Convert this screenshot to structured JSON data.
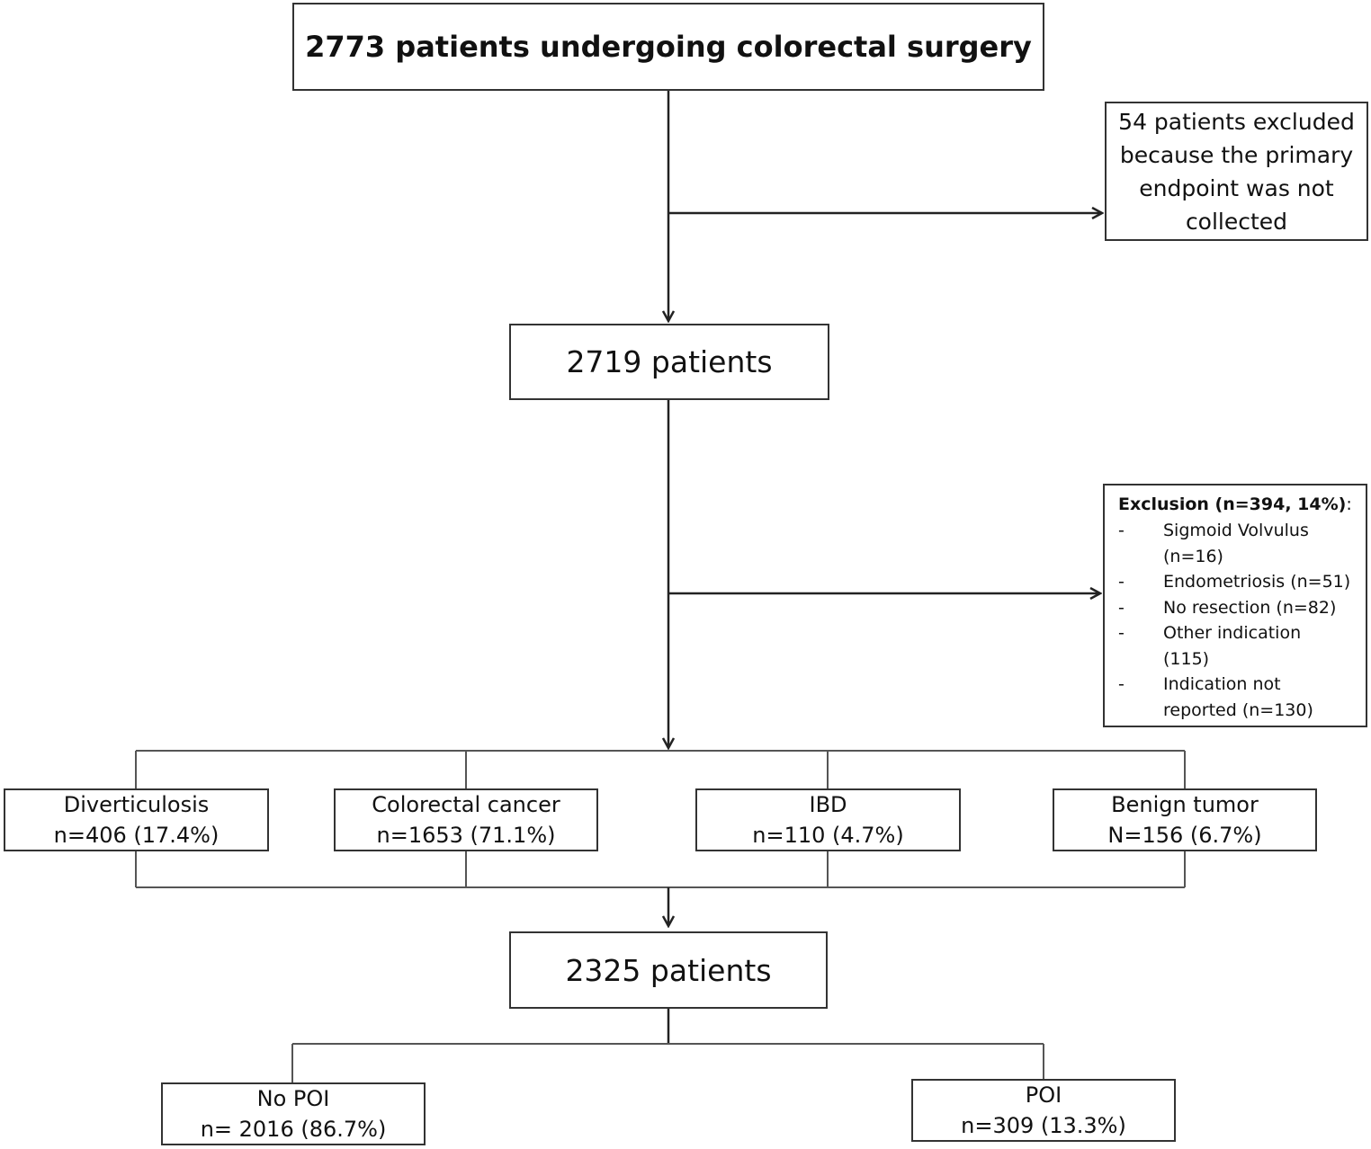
{
  "start": {
    "label": "2773 patients undergoing colorectal surgery"
  },
  "exclusion1": {
    "lines": [
      "54 patients excluded",
      "because the primary",
      "endpoint was not",
      "collected"
    ]
  },
  "after_exclusion1": {
    "label": "2719 patients"
  },
  "exclusion2": {
    "title": "Exclusion (n=394, 14%)",
    "title_suffix": ":",
    "items": [
      {
        "dash": "-",
        "lines": [
          "Sigmoid Volvulus",
          "(n=16)"
        ]
      },
      {
        "dash": "-",
        "lines": [
          "Endometriosis (n=51)"
        ]
      },
      {
        "dash": "-",
        "lines": [
          "No resection (n=82)"
        ]
      },
      {
        "dash": "-",
        "lines": [
          "Other indication",
          "(115)"
        ]
      },
      {
        "dash": "-",
        "lines": [
          "Indication not",
          "reported (n=130)"
        ]
      }
    ]
  },
  "categories": [
    {
      "name": "Diverticulosis",
      "count": "n=406 (17.4%)"
    },
    {
      "name": "Colorectal cancer",
      "count": "n=1653 (71.1%)"
    },
    {
      "name": "IBD",
      "count": "n=110 (4.7%)"
    },
    {
      "name": "Benign tumor",
      "count": "N=156 (6.7%)"
    }
  ],
  "final": {
    "label": "2325 patients"
  },
  "outcomes": [
    {
      "name": "No POI",
      "count": "n= 2016 (86.7%)"
    },
    {
      "name": "POI",
      "count": "n=309 (13.3%)"
    }
  ]
}
